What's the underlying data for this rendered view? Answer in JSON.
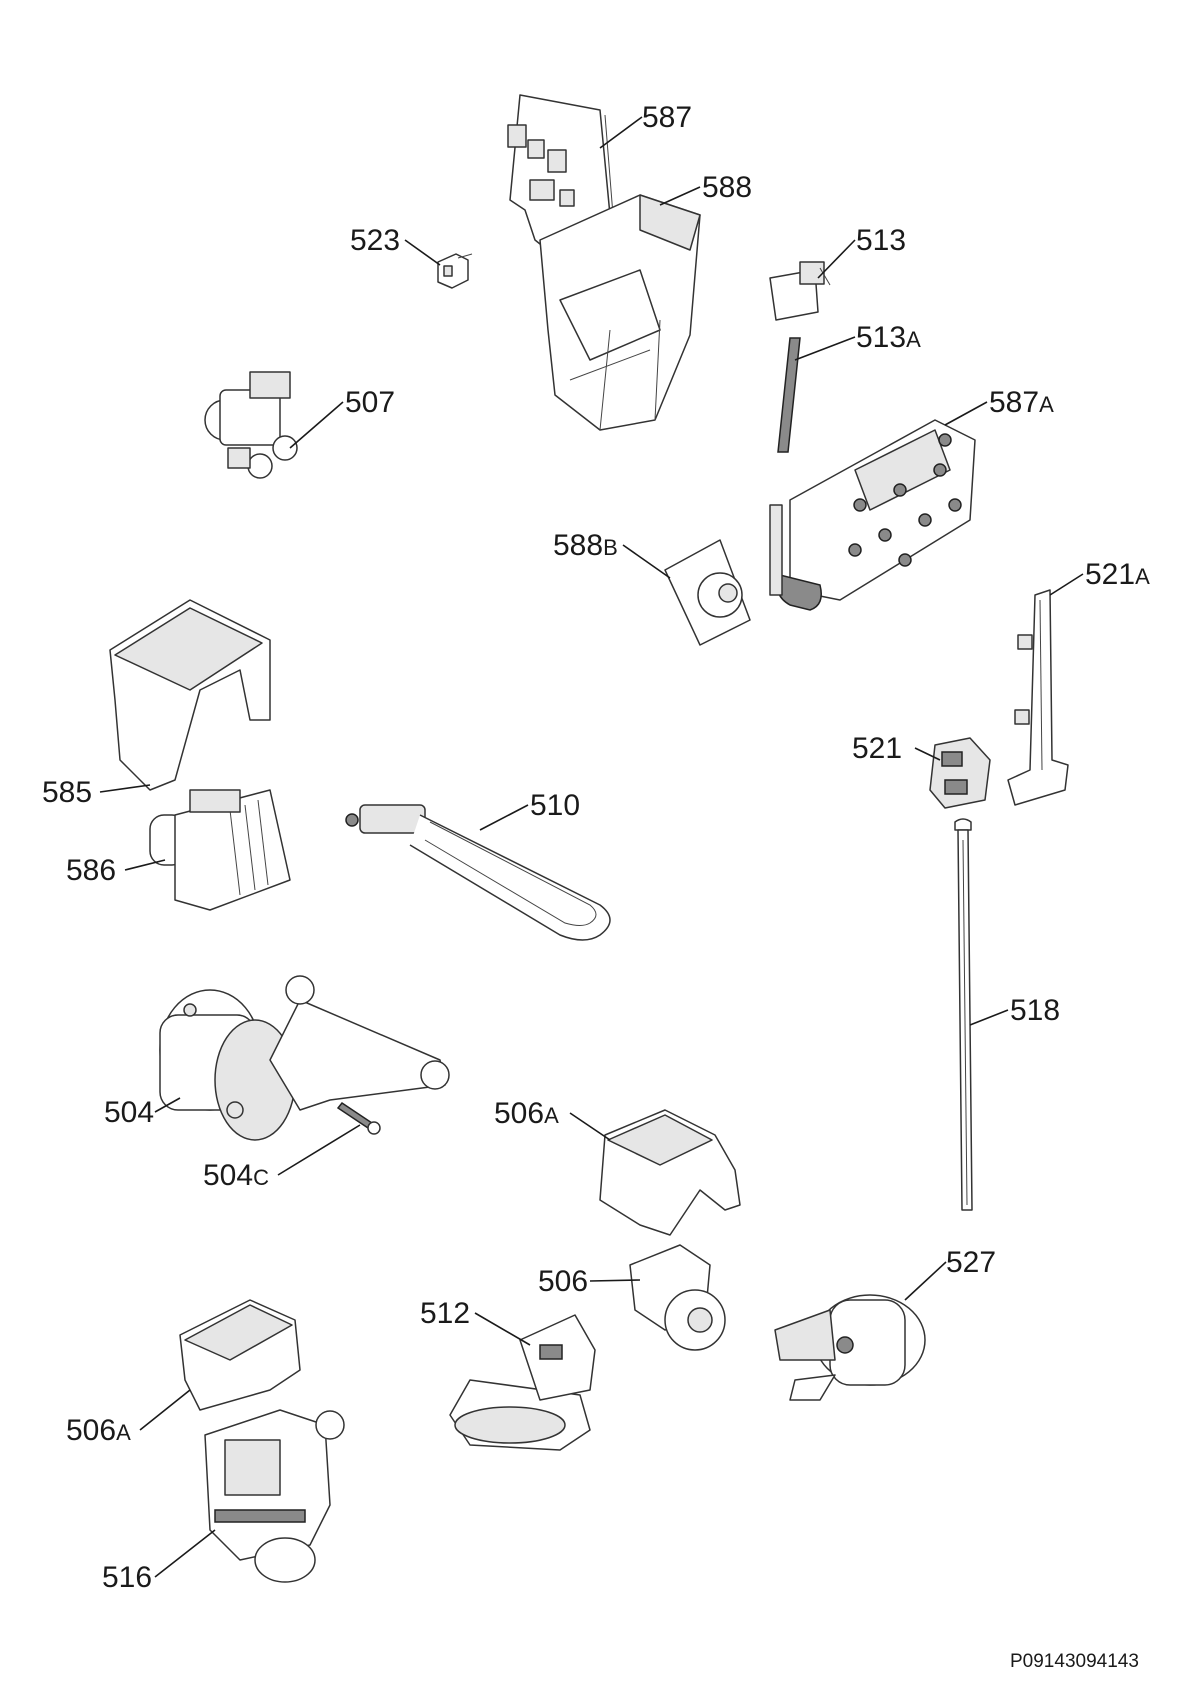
{
  "diagram": {
    "labels": [
      {
        "id": "587",
        "main": "587",
        "suffix": ""
      },
      {
        "id": "588",
        "main": "588",
        "suffix": ""
      },
      {
        "id": "523",
        "main": "523",
        "suffix": ""
      },
      {
        "id": "513",
        "main": "513",
        "suffix": ""
      },
      {
        "id": "513A",
        "main": "513",
        "suffix": "A"
      },
      {
        "id": "507",
        "main": "507",
        "suffix": ""
      },
      {
        "id": "587A",
        "main": "587",
        "suffix": "A"
      },
      {
        "id": "588B",
        "main": "588",
        "suffix": "B"
      },
      {
        "id": "521A",
        "main": "521",
        "suffix": "A"
      },
      {
        "id": "521",
        "main": "521",
        "suffix": ""
      },
      {
        "id": "585",
        "main": "585",
        "suffix": ""
      },
      {
        "id": "510",
        "main": "510",
        "suffix": ""
      },
      {
        "id": "586",
        "main": "586",
        "suffix": ""
      },
      {
        "id": "518",
        "main": "518",
        "suffix": ""
      },
      {
        "id": "504",
        "main": "504",
        "suffix": ""
      },
      {
        "id": "506A_top",
        "main": "506",
        "suffix": "A"
      },
      {
        "id": "504C",
        "main": "504",
        "suffix": "C"
      },
      {
        "id": "506",
        "main": "506",
        "suffix": ""
      },
      {
        "id": "527",
        "main": "527",
        "suffix": ""
      },
      {
        "id": "512",
        "main": "512",
        "suffix": ""
      },
      {
        "id": "506A_bottom",
        "main": "506",
        "suffix": "A"
      },
      {
        "id": "516",
        "main": "516",
        "suffix": ""
      }
    ],
    "drawing_code": "P09143094143"
  }
}
